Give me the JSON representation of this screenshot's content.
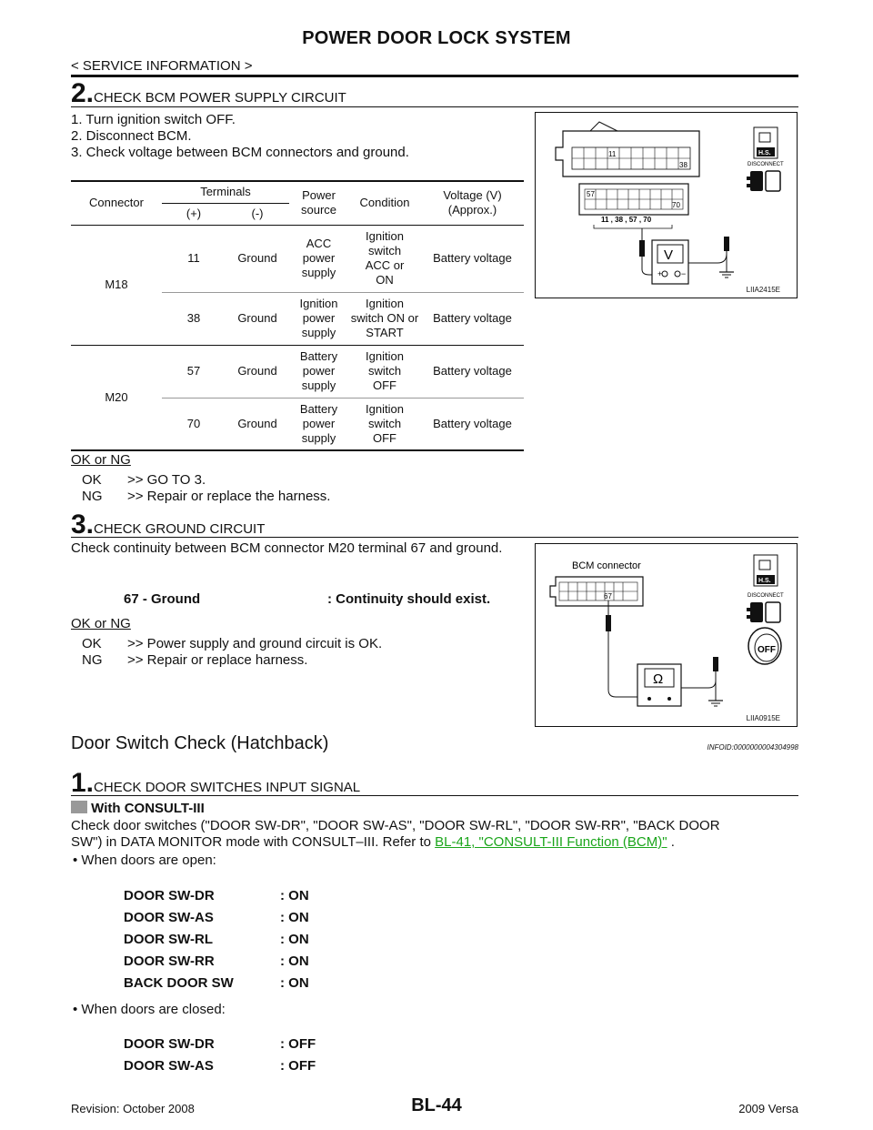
{
  "header": {
    "title": "POWER DOOR LOCK SYSTEM",
    "subtitle": "< SERVICE INFORMATION >"
  },
  "step2": {
    "number": "2.",
    "title": "CHECK BCM POWER SUPPLY CIRCUIT",
    "instructions": [
      "1. Turn ignition switch OFF.",
      "2. Disconnect BCM.",
      "3. Check voltage between BCM connectors and ground."
    ],
    "table": {
      "headers": {
        "connector": "Connector",
        "terminals": "Terminals",
        "plus": "(+)",
        "minus": "(-)",
        "power_source": "Power source",
        "condition": "Condition",
        "voltage": "Voltage (V) (Approx.)"
      },
      "groups": [
        {
          "connector": "M18",
          "rows": [
            {
              "plus": "11",
              "minus": "Ground",
              "power": "ACC power supply",
              "condition": "Ignition switch ACC or ON",
              "voltage": "Battery voltage"
            },
            {
              "plus": "38",
              "minus": "Ground",
              "power": "Ignition power supply",
              "condition": "Ignition switch ON or START",
              "voltage": "Battery voltage"
            }
          ]
        },
        {
          "connector": "M20",
          "rows": [
            {
              "plus": "57",
              "minus": "Ground",
              "power": "Battery power supply",
              "condition": "Ignition switch OFF",
              "voltage": "Battery voltage"
            },
            {
              "plus": "70",
              "minus": "Ground",
              "power": "Battery power supply",
              "condition": "Ignition switch OFF",
              "voltage": "Battery voltage"
            }
          ]
        }
      ]
    },
    "ok_ng": "OK or NG",
    "ok": {
      "label": "OK",
      "text": ">> GO TO 3."
    },
    "ng": {
      "label": "NG",
      "text": ">> Repair or replace the harness."
    },
    "figure": {
      "terminals_label": "11 , 38 , 57 , 70",
      "pins": [
        "11",
        "38",
        "57",
        "70"
      ],
      "meter": "V",
      "plus_sign": "+",
      "minus_sign": "−",
      "hs": "H.S.",
      "disconnect": "DISCONNECT",
      "id": "LIIA2415E"
    }
  },
  "step3": {
    "number": "3.",
    "title": "CHECK GROUND CIRCUIT",
    "text": "Check continuity between BCM connector M20 terminal 67 and ground.",
    "spec_left": "67 - Ground",
    "spec_right": ": Continuity should exist.",
    "ok_ng": "OK or NG",
    "ok": {
      "label": "OK",
      "text": ">> Power supply and ground circuit is OK."
    },
    "ng": {
      "label": "NG",
      "text": ">> Repair or replace harness."
    },
    "figure": {
      "connector_label": "BCM connector",
      "pin": "67",
      "meter": "Ω",
      "hs": "H.S.",
      "disconnect": "DISCONNECT",
      "off": "OFF",
      "id": "LIIA0915E"
    }
  },
  "section": {
    "title": "Door Switch Check (Hatchback)",
    "info_id": "INFOID:0000000004304998"
  },
  "step1": {
    "number": "1.",
    "title": "CHECK DOOR SWITCHES INPUT SIGNAL",
    "with_label": "With CONSULT-III",
    "text1": "Check door switches (\"DOOR SW-DR\", \"DOOR SW-AS\", \"DOOR SW-RL\", \"DOOR SW-RR\", \"BACK DOOR",
    "text2_pre": "SW\") in DATA MONITOR mode with CONSULT–III. Refer to ",
    "link": "BL-41, \"CONSULT-III Function (BCM)\"",
    "text2_post": " .",
    "bullet_open": "•  When doors are open:",
    "open_list": [
      {
        "name": "DOOR SW-DR",
        "value": ": ON"
      },
      {
        "name": "DOOR SW-AS",
        "value": ": ON"
      },
      {
        "name": "DOOR SW-RL",
        "value": ": ON"
      },
      {
        "name": "DOOR SW-RR",
        "value": ": ON"
      },
      {
        "name": "BACK DOOR SW",
        "value": ": ON"
      }
    ],
    "bullet_closed": "•  When doors are closed:",
    "closed_list": [
      {
        "name": "DOOR SW-DR",
        "value": ": OFF"
      },
      {
        "name": "DOOR SW-AS",
        "value": ": OFF"
      }
    ]
  },
  "footer": {
    "revision": "Revision: October 2008",
    "page": "BL-44",
    "model": "2009 Versa"
  }
}
